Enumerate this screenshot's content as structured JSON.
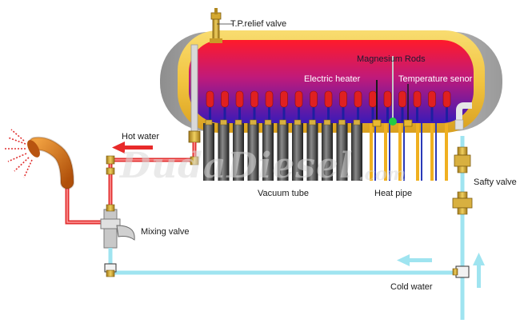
{
  "labels": {
    "tp_relief_valve": "T.P.relief valve",
    "magnesium_rods": "Magnesium Rods",
    "electric_heater": "Electric heater",
    "temperature_senor": "Temperature senor",
    "hot_water": "Hot water",
    "vacuum_tube": "Vacuum tube",
    "heat_pipe": "Heat pipe",
    "safty_valve": "Safty valve",
    "mixing_valve": "Mixing valve",
    "cold_water": "Cold water"
  },
  "watermark": {
    "main": "DudaDiesel",
    "suffix": ".com"
  },
  "colors": {
    "hot_pipe": "#e23030",
    "cold_pipe": "#9fe4f0",
    "tank_shell": "#f2c84b",
    "tank_cap": "#b8b8b8",
    "tube_dark": "#3a3a3a",
    "heat_pipe": "#f0b020",
    "heater_tip": "#e02020",
    "sensor_dot": "#22cc44"
  },
  "icons": [
    "shower-head-icon",
    "water-spray-icon",
    "flow-arrow-icon",
    "valve-icon",
    "faucet-icon"
  ]
}
